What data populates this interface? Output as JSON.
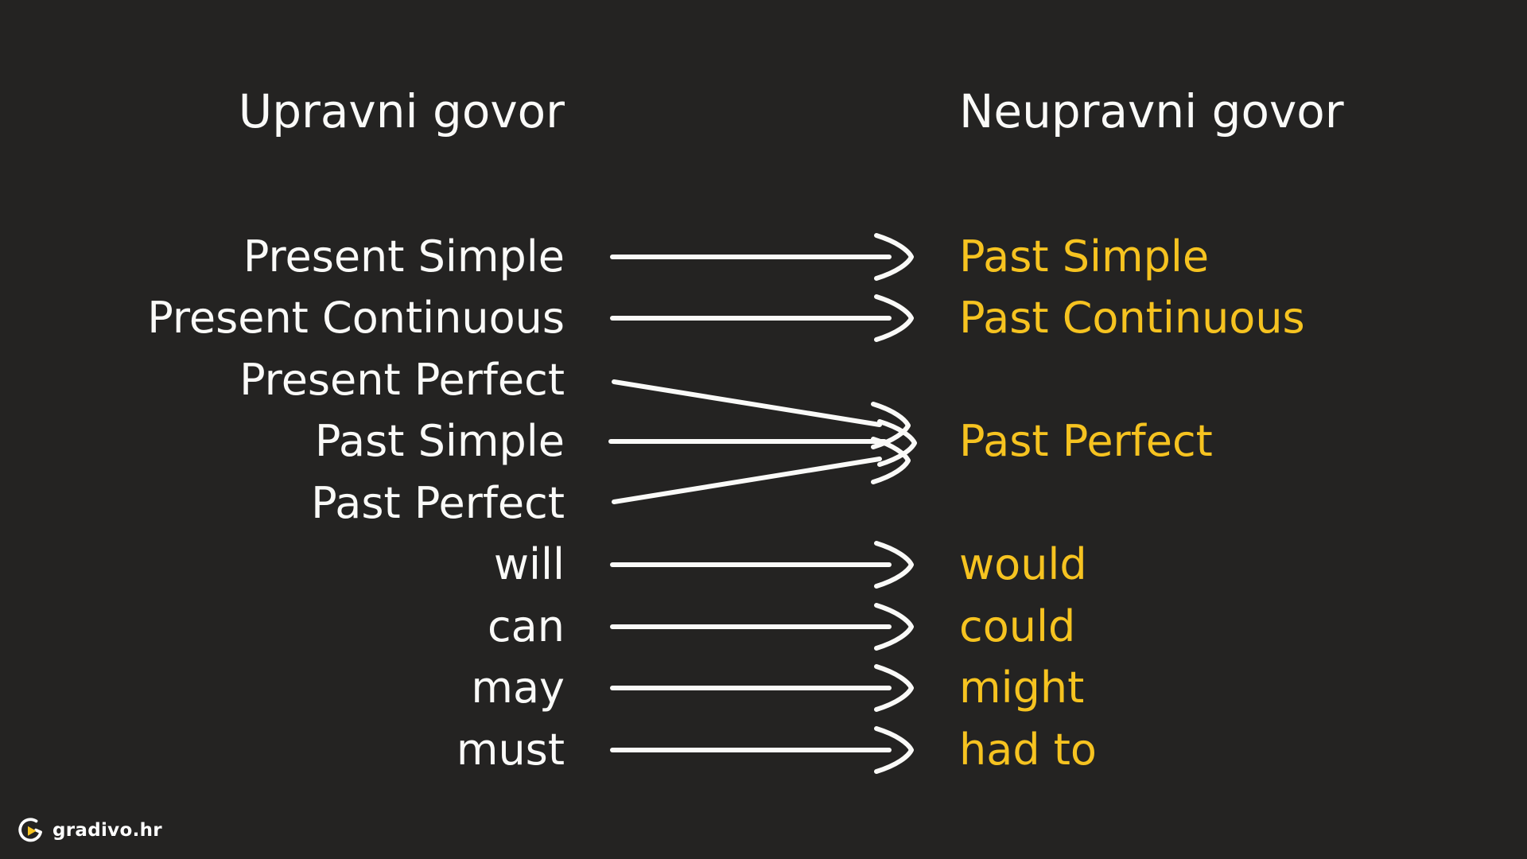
{
  "page": {
    "background_color": "#242322",
    "primary_text_color": "#FAFAF8",
    "accent_color": "#F6C320",
    "arrow_color": "#FAFAF8"
  },
  "headers": {
    "left": "Upravni govor",
    "right": "Neupravni govor"
  },
  "left_column": {
    "items": [
      "Present Simple",
      "Present Continuous",
      "Present Perfect",
      "Past Simple",
      "Past Perfect",
      "will",
      "can",
      "may",
      "must"
    ]
  },
  "right_column": {
    "items": [
      "Past Simple",
      "Past Continuous",
      "Past Perfect",
      "would",
      "could",
      "might",
      "had to"
    ]
  },
  "mappings": [
    {
      "from": "Present Simple",
      "to": "Past Simple"
    },
    {
      "from": "Present Continuous",
      "to": "Past Continuous"
    },
    {
      "from": "Present Perfect",
      "to": "Past Perfect"
    },
    {
      "from": "Past Simple",
      "to": "Past Perfect"
    },
    {
      "from": "Past Perfect",
      "to": "Past Perfect"
    },
    {
      "from": "will",
      "to": "would"
    },
    {
      "from": "can",
      "to": "could"
    },
    {
      "from": "may",
      "to": "might"
    },
    {
      "from": "must",
      "to": "had to"
    }
  ],
  "logo": {
    "text": "gradivo.hr"
  }
}
